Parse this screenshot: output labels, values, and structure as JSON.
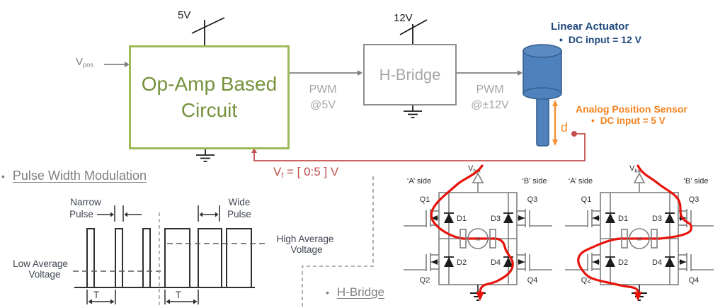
{
  "colors": {
    "green_border": "#9BBB59",
    "green_text": "#76923C",
    "gray": "#808080",
    "light_gray": "#A6A6A6",
    "ckt": "#7F7F7F",
    "navy": "#1F497D",
    "orange": "#F5821F",
    "orange_arrow": "#F49130",
    "crimson": "#C0504D",
    "red_path": "#E8130B",
    "actuator_fill": "#4F81BD",
    "actuator_stroke": "#365F91"
  },
  "flow": {
    "vpos": {
      "base": "V",
      "sub": "pos"
    },
    "supply_opamp": "5V",
    "supply_hbridge": "12V",
    "opamp_line1": "Op-Amp Based",
    "opamp_line2": "Circuit",
    "hbridge_label": "H-Bridge",
    "pwm5_line1": "PWM",
    "pwm5_line2": "@5V",
    "pwm12_line1": "PWM",
    "pwm12_line2": "@±12V",
    "actuator_title": "Linear Actuator",
    "actuator_spec": "DC input = 12 V",
    "sensor_title": "Analog Position Sensor",
    "sensor_spec": "DC input = 5 V",
    "distance_label": "d",
    "feedback": {
      "base": "V",
      "sub": "f",
      "rest": " = [ 0:5 ] V"
    },
    "bullet": "•"
  },
  "pwm": {
    "title": "Pulse Width Modulation",
    "narrow1": "Narrow",
    "narrow2": "Pulse",
    "wide1": "Wide",
    "wide2": "Pulse",
    "low1": "Low Average",
    "low2": "Voltage",
    "high1": "High Average",
    "high2": "Voltage",
    "period": "T"
  },
  "hbridge": {
    "title": "H-Bridge",
    "vbat": {
      "base": "V",
      "sub": "bat"
    },
    "a_side": "‘A’ side",
    "b_side": "‘B’ side",
    "q1": "Q1",
    "q2": "Q2",
    "q3": "Q3",
    "q4": "Q4",
    "d1": "D1",
    "d2": "D2",
    "d3": "D3",
    "d4": "D4",
    "motor": "M"
  }
}
